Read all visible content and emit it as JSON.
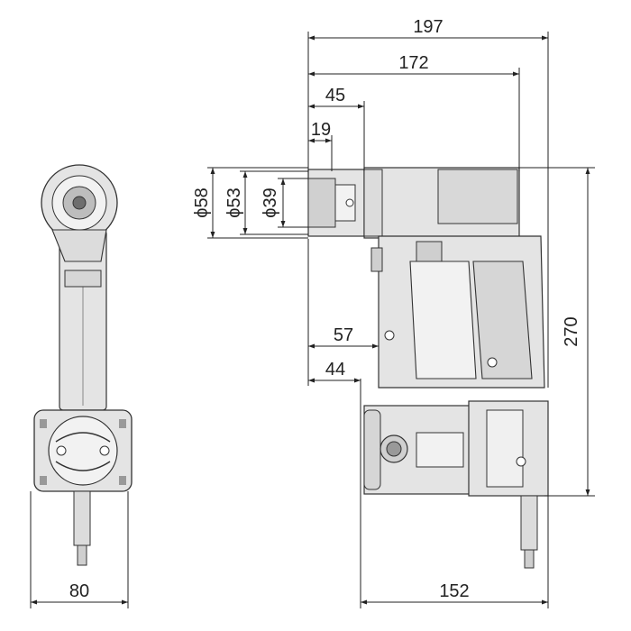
{
  "dimensions": {
    "overall_length": "197",
    "length_to_rear": "172",
    "head_depth_45": "45",
    "head_depth_19": "19",
    "diameter_58": "ϕ58",
    "diameter_53": "ϕ53",
    "diameter_39": "ϕ39",
    "height": "270",
    "offset_57": "57",
    "offset_44": "44",
    "base_length": "152",
    "front_width": "80"
  },
  "colors": {
    "body_fill": "#e4e4e4",
    "body_dark": "#cfcfcf",
    "body_light": "#f2f2f2",
    "outline": "#333333"
  }
}
